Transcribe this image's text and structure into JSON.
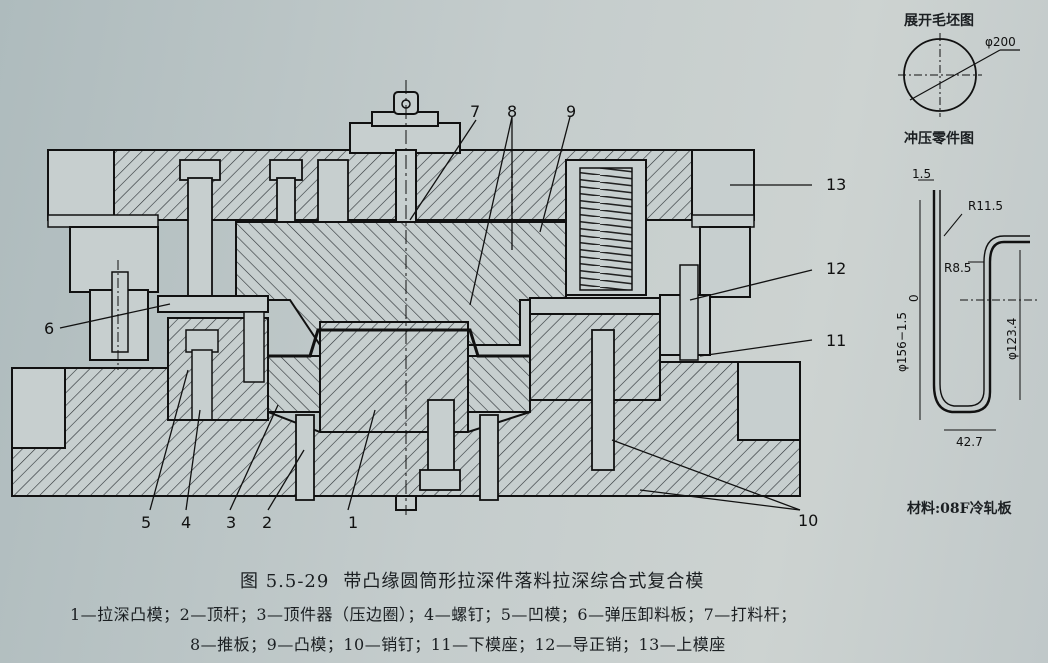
{
  "figure": {
    "number": "图 5.5-29",
    "title": "带凸缘圆筒形拉深件落料拉深综合式复合模",
    "legend_line1": "1—拉深凸模；2—顶杆；3—顶件器（压边圈）；4—螺钉；5—凹模；6—弹压卸料板；7—打料杆；",
    "legend_line2": "8—推板；9—凸模；10—销钉；11—下模座；12—导正销；13—上模座",
    "callouts": [
      "1",
      "2",
      "3",
      "4",
      "5",
      "6",
      "7",
      "8",
      "9",
      "10",
      "11",
      "12",
      "13"
    ]
  },
  "side": {
    "blank_title": "展开毛坯图",
    "blank_dim": "φ200",
    "part_title": "冲压零件图",
    "dim_flange_thickness": "1.5",
    "dim_r_outer": "R11.5",
    "dim_r_inner": "R8.5",
    "dim_diameter_tol_upper": "0",
    "dim_diameter_main": "φ156−1.5",
    "dim_inner_diameter": "φ123.4",
    "dim_height": "42.7",
    "material": "材料:08F冷轧板"
  },
  "colors": {
    "ink": "#1b1f22",
    "paper": "#c4cccc"
  }
}
